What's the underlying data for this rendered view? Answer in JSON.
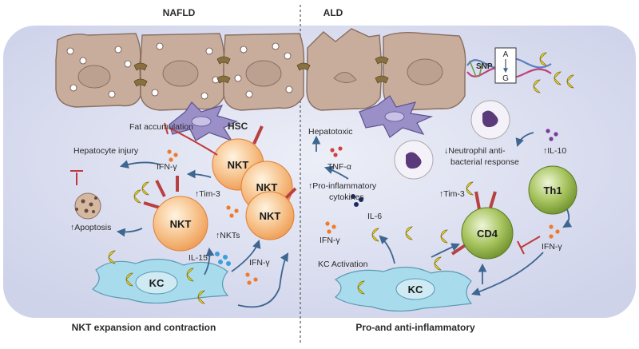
{
  "panels": {
    "left": {
      "title": "NAFLD",
      "footer": "NKT expansion and contraction"
    },
    "right": {
      "title": "ALD",
      "footer": "Pro-and anti-inflammatory"
    }
  },
  "cells": {
    "hsc": "HSC",
    "nkt": "NKT",
    "kc": "KC",
    "cd4": "CD4",
    "th1": "Th1"
  },
  "snp": {
    "label": "SNP",
    "allele_top": "A",
    "allele_bottom": "G"
  },
  "left_labels": {
    "fat_accumulation": "Fat accumulation",
    "hepatocyte_injury": "Hepatocyte injury",
    "ifn_gamma_top": "IFN-γ",
    "tim3": "↑Tim-3",
    "apoptosis": "↑Apoptosis",
    "nkts": "↑NKTs",
    "il15": "IL-15",
    "ifn_gamma_bottom": "IFN-γ"
  },
  "right_labels": {
    "hepatotoxic": "Hepatotoxic",
    "tnf_alpha": "TNF-α",
    "pro_inflammatory_1": "↑Pro-inflammatory",
    "pro_inflammatory_2": "cytokines",
    "il6": "IL-6",
    "ifn_gamma_left": "IFN-γ",
    "kc_activation": "KC Activation",
    "tim3": "↑Tim-3",
    "neutrophil_1": "↓Neutrophil anti-",
    "neutrophil_2": "bacterial response",
    "il10": "↑IL-10",
    "ifn_gamma_right": "IFN-γ"
  },
  "colors": {
    "panel_bg": "#dcdff0",
    "hepatocyte": "#c9ad9c",
    "hepatocyte_stroke": "#8a6e60",
    "hsc": "#9a8fc7",
    "kc": "#a8dcec",
    "nkt": "#f5b27a",
    "green_cell": "#8fb04a",
    "arrow": "#3d6690",
    "inhibit": "#c0393b",
    "ligand": "#f0d820",
    "receptor": "#b84040",
    "dot_orange": "#f07a2a",
    "dot_blue": "#3aa0dc",
    "dot_red": "#d24040",
    "dot_purple": "#7a3a9a",
    "dot_navy": "#1d2a60"
  }
}
